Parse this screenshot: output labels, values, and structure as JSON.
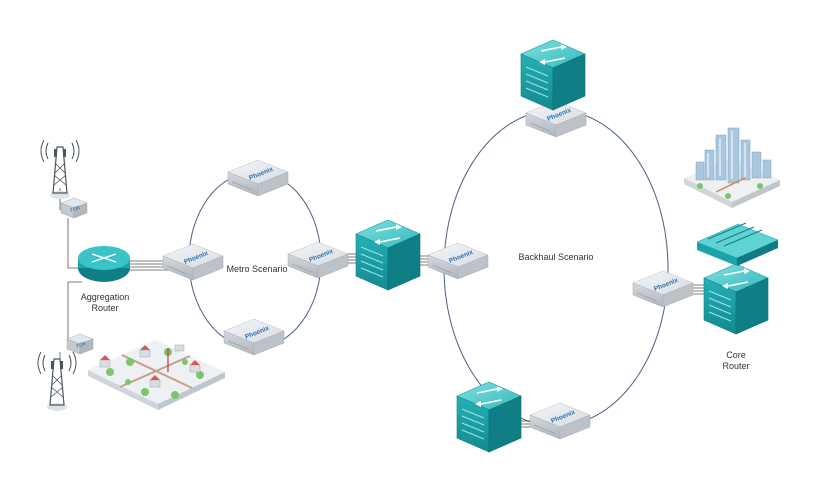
{
  "labels": {
    "metro": "Metro Scenario",
    "backhaul": "Backhaul Scenario",
    "aggregation_line1": "Aggregation",
    "aggregation_line2": "Router",
    "core_line1": "Core",
    "core_line2": "Router"
  },
  "device": {
    "brand": "Phoenix",
    "small_brand": "FOX"
  },
  "colors": {
    "teal_top": "#5fd3d3",
    "teal_front": "#1aa3a8",
    "teal_side": "#0e7c82",
    "silver_top": "#e9ecef",
    "silver_front": "#c9ced4",
    "ring": "#4a5e86",
    "link": "#555555"
  }
}
